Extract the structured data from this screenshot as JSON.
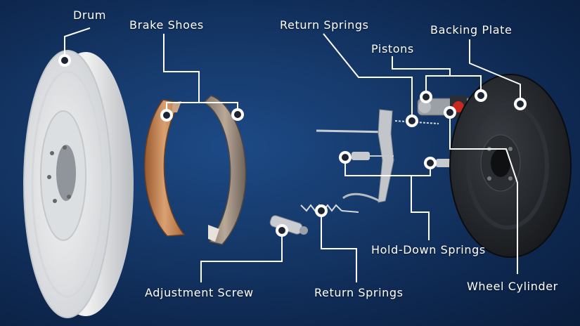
{
  "labels": {
    "drum": "Drum",
    "brake_shoes": "Brake Shoes",
    "return_springs_top": "Return Springs",
    "pistons": "Pistons",
    "backing_plate": "Backing Plate",
    "hold_down_springs": "Hold-Down Springs",
    "adjustment_screw": "Adjustment Screw",
    "return_springs_bottom": "Return Springs",
    "wheel_cylinder": "Wheel Cylinder"
  },
  "colors": {
    "background": "#163a6c",
    "label_text": "#ffffff",
    "leader_line": "#ffffff",
    "drum": "#e6e6e6",
    "shoe_lining": "#c48a5c",
    "backing_plate": "#1f2226"
  }
}
